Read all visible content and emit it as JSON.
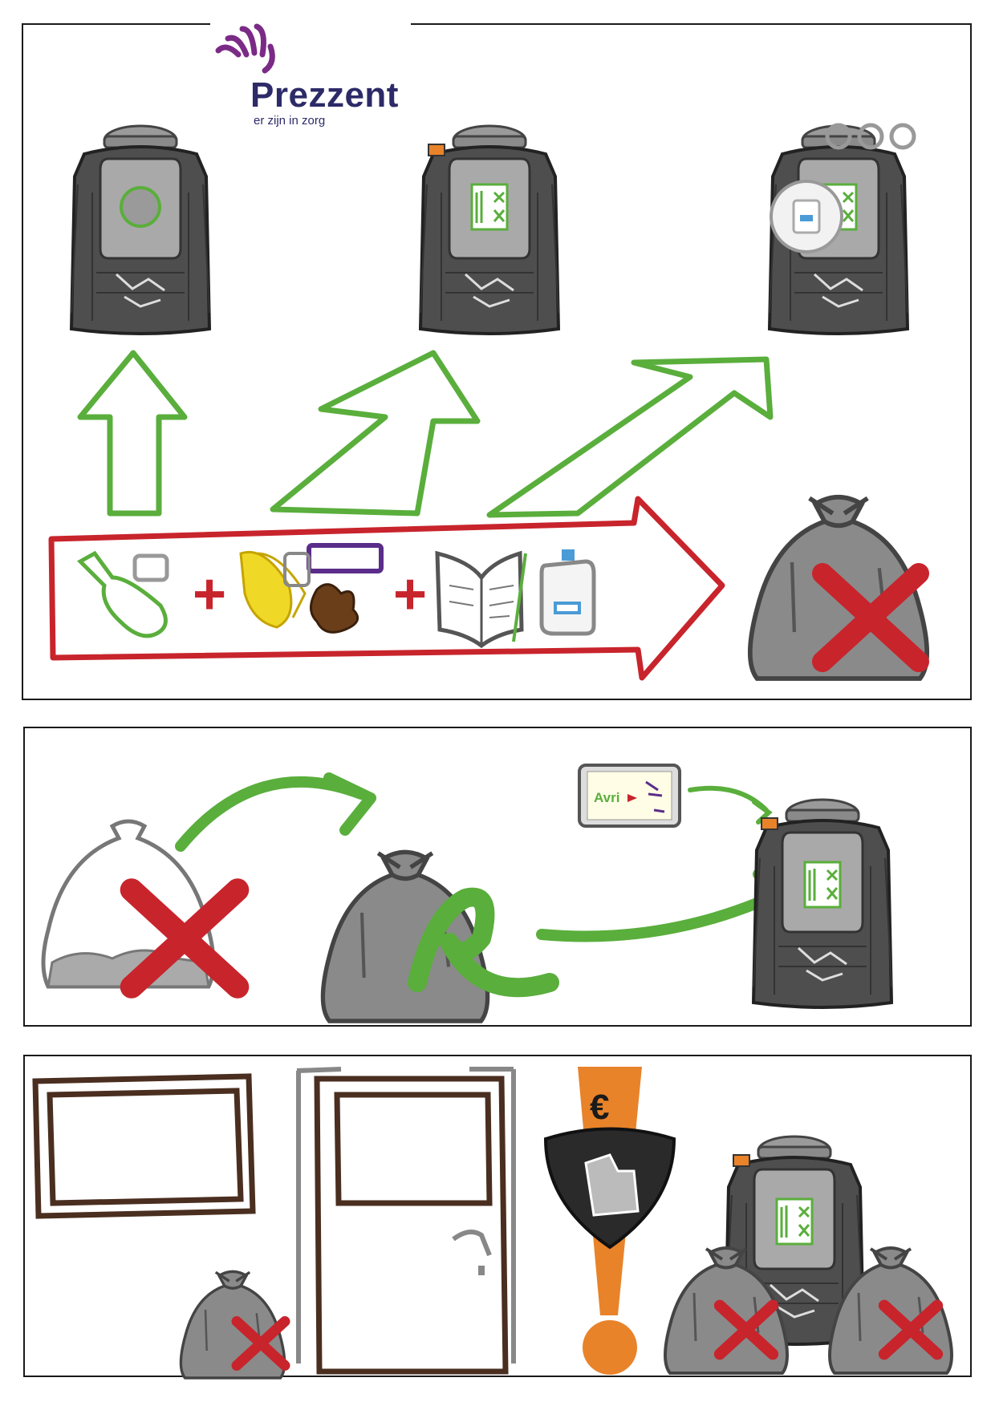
{
  "logo": {
    "name": "Prezzent",
    "tagline": "er zijn in zorg",
    "color": "#2d2a68",
    "hand_color": "#7a2b86"
  },
  "card": {
    "text": "Avri"
  },
  "icons": {
    "euro": "€",
    "plus": "+"
  },
  "colors": {
    "green": "#5aae3c",
    "red": "#c8242c",
    "container": "#555555",
    "brown": "#4a2e1f",
    "orange": "#e8832a"
  }
}
